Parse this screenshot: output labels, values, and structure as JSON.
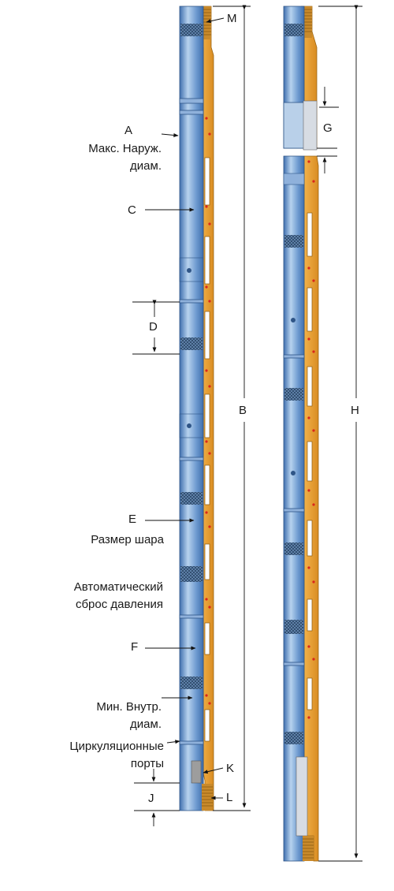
{
  "labels": {
    "A": "A",
    "A_desc1": "Макс. Наруж.",
    "A_desc2": "диам.",
    "B": "B",
    "C": "C",
    "D": "D",
    "E": "E",
    "E_desc": "Размер шара",
    "auto1": "Автоматический",
    "auto2": "сброс давления",
    "F": "F",
    "min1": "Мин. Внутр.",
    "min2": "диам.",
    "circ1": "Циркуляционные",
    "circ2": "порты",
    "G": "G",
    "H": "H",
    "J": "J",
    "K": "K",
    "L": "L",
    "M": "M"
  },
  "colors": {
    "tube_blue": "#5b8dc8",
    "tube_light": "#a9c6e6",
    "brass": "#e8a33a",
    "brass_dark": "#c47a18",
    "red_accent": "#d9261c",
    "knurl": "#3d5f86"
  }
}
